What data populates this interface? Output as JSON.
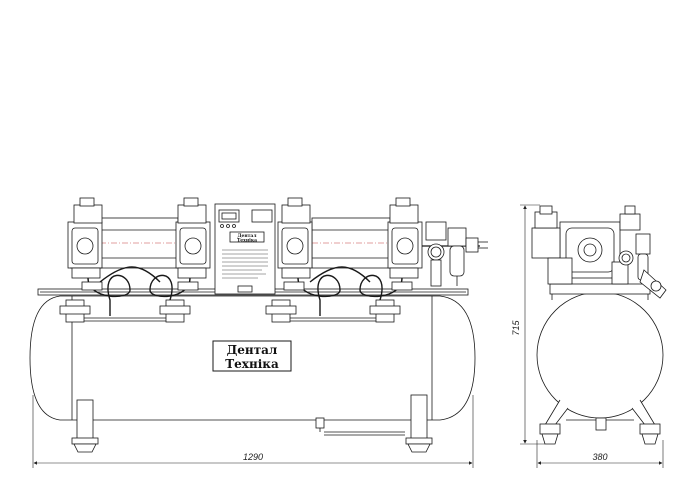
{
  "drawing": {
    "brand_line1": "Дентал",
    "brand_line2": "Техніка",
    "panel_brand_line1": "Дентал",
    "panel_brand_line2": "Техніка",
    "dim_front_width": "1290",
    "dim_height": "715",
    "dim_side_width": "380"
  },
  "colors": {
    "line": "#1a1a1a",
    "centerline": "#d98080",
    "label_bg": "#ffffff"
  }
}
